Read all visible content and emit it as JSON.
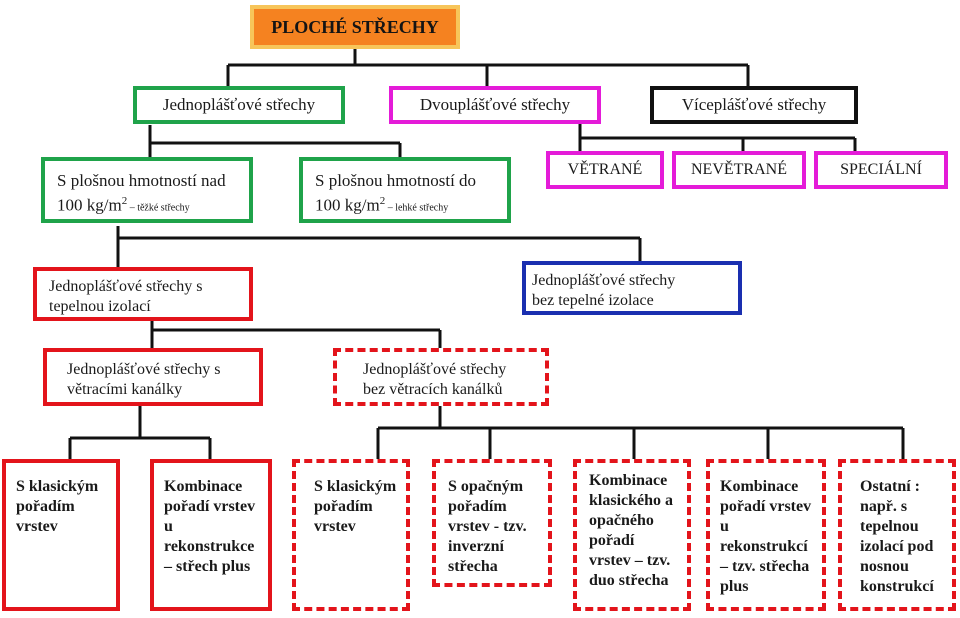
{
  "root": "PLOCHÉ  STŘECHY",
  "level1": {
    "single": "Jednoplášťové střechy",
    "double": "Dvouplášťové střechy",
    "multi": "Víceplášťové střechy"
  },
  "level2": {
    "heavy": {
      "line1": "S plošnou hmotností nad",
      "line2": "100 kg/m",
      "sup": "2",
      "note": " těžké střechy"
    },
    "light": {
      "line1": "S plošnou hmotností do",
      "line2": "100 kg/m",
      "sup": "2",
      "note": " lehké střechy"
    },
    "ventilated": "VĚTRANÉ",
    "nonventilated": "NEVĚTRANÉ",
    "special": "SPECIÁLNÍ"
  },
  "level3": {
    "with_insulation": {
      "line1": "Jednoplášťové střechy s",
      "line2": "tepelnou izolací"
    },
    "without_insulation": {
      "line1": "Jednoplášťové střechy",
      "line2": "bez tepelné izolace"
    }
  },
  "level4": {
    "with_channels": {
      "line1": "Jednoplášťové střechy s",
      "line2": "větracími kanálky"
    },
    "without_channels": {
      "line1": "Jednoplášťové střechy",
      "line2": "bez větracích  kanálků"
    }
  },
  "leaves": [
    {
      "lines": [
        "S klasickým",
        "pořadím",
        "vrstev"
      ]
    },
    {
      "lines": [
        "Kombinace",
        "pořadí vrstev",
        "u",
        "rekonstrukce",
        "– střech plus"
      ]
    },
    {
      "lines": [
        "S klasickým",
        "pořadím",
        "vrstev"
      ]
    },
    {
      "lines": [
        "S opačným",
        "pořadím",
        "vrstev  - tzv.",
        "inverzní",
        "střecha"
      ]
    },
    {
      "lines": [
        "Kombinace",
        "klasického a",
        "opačného",
        "pořadí",
        "vrstev – tzv.",
        "duo střecha"
      ]
    },
    {
      "lines": [
        "Kombinace",
        "pořadí vrstev",
        "u",
        "rekonstrukcí",
        "– tzv. střecha",
        "plus"
      ]
    },
    {
      "lines": [
        "Ostatní :",
        "např. s",
        "tepelnou",
        "izolací pod",
        "nosnou",
        "konstrukcí"
      ]
    }
  ],
  "colors": {
    "title_fill": "#f58220",
    "title_border": "#f7c55a",
    "green": "#1fa34a",
    "magenta": "#e41bd8",
    "red": "#e3141b",
    "blue": "#1a2fb0"
  }
}
